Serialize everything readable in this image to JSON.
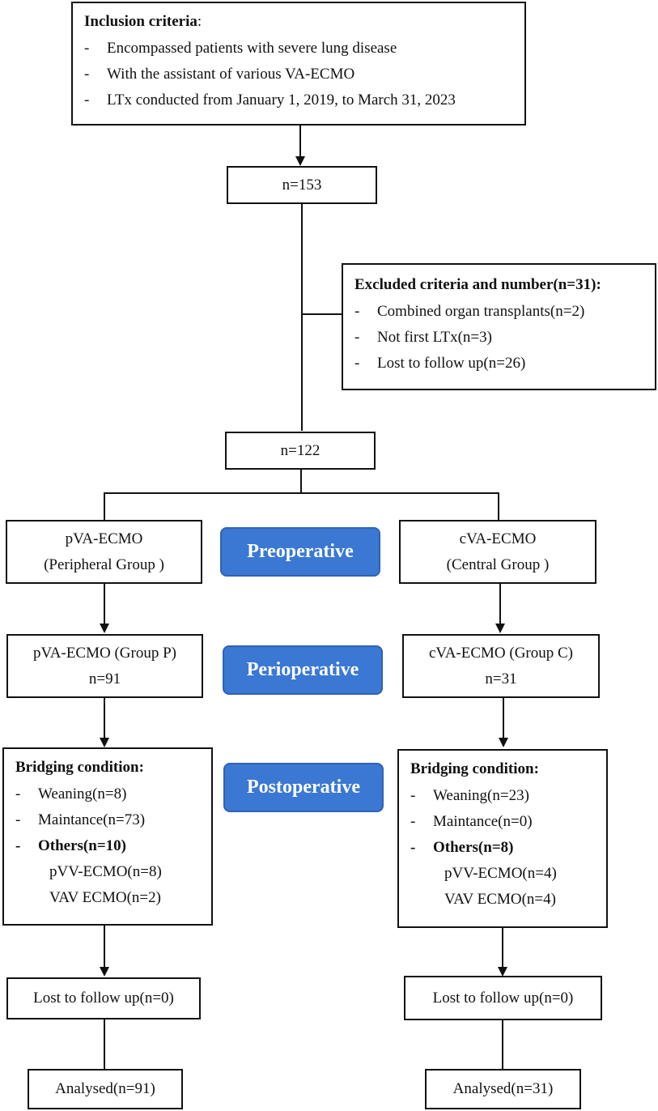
{
  "inclusion": {
    "title": "Inclusion criteria",
    "title_suffix": ":",
    "items": [
      "Encompassed patients with severe lung disease",
      "With the assistant of various VA-ECMO",
      "LTx conducted from January 1, 2019, to March 31, 2023"
    ]
  },
  "n_initial": "n=153",
  "exclusion": {
    "title": "Excluded criteria and number(n=31):",
    "items": [
      "Combined organ transplants(n=2)",
      "Not first LTx(n=3)",
      "Lost to follow up(n=26)"
    ]
  },
  "n_after": "n=122",
  "phases": {
    "preoperative": "Preoperative",
    "perioperative": "Perioperative",
    "postoperative": "Postoperative"
  },
  "left": {
    "group_line1": "pVA-ECMO",
    "group_line2": "(Peripheral Group )",
    "periop_line1": "pVA-ECMO (Group P)",
    "periop_line2": "n=91",
    "bridging": {
      "title": "Bridging condition:",
      "items": [
        "Weaning(n=8)",
        "Maintance(n=73)",
        "Others(n=10)"
      ],
      "subitems": [
        "pVV-ECMO(n=8)",
        "VAV ECMO(n=2)"
      ]
    },
    "lost": "Lost to follow up(n=0)",
    "analysed": "Analysed(n=91)"
  },
  "right": {
    "group_line1": "cVA-ECMO",
    "group_line2": "(Central Group )",
    "periop_line1": "cVA-ECMO (Group C)",
    "periop_line2": "n=31",
    "bridging": {
      "title": "Bridging condition:",
      "items": [
        "Weaning(n=23)",
        "Maintance(n=0)",
        "Others(n=8)"
      ],
      "subitems": [
        "pVV-ECMO(n=4)",
        "VAV ECMO(n=4)"
      ]
    },
    "lost": "Lost to follow up(n=0)",
    "analysed": "Analysed(n=31)"
  },
  "dash": "-"
}
